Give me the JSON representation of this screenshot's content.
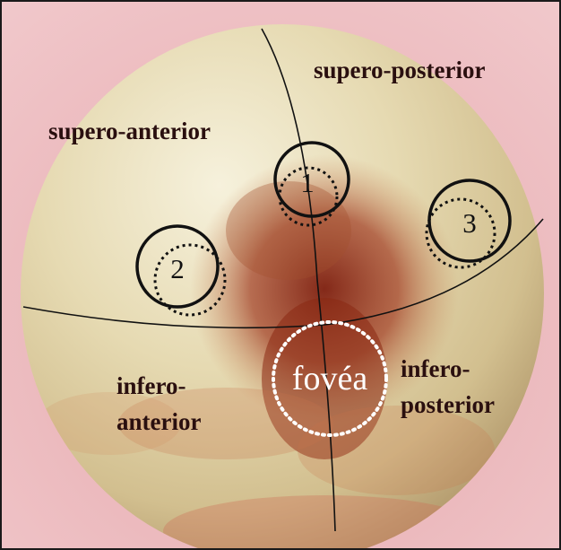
{
  "image": {
    "subject": "femoral-head",
    "colors": {
      "background_pink": "#e9b8bc",
      "bone_light": "#ece4c4",
      "bone_mid": "#d8c99b",
      "bone_shadow": "#b7a37a",
      "fovea_red": "#8e2a16",
      "line": "#111111",
      "fovea_ring": "#ffffff"
    }
  },
  "quadrants": {
    "supero_posterior": "supero-posterior",
    "supero_anterior": "supero-anterior",
    "infero_anterior_line1": "infero-",
    "infero_anterior_line2": "anterior",
    "infero_posterior_line1": "infero-",
    "infero_posterior_line2": "posterior"
  },
  "markers": [
    {
      "label": "1"
    },
    {
      "label": "2"
    },
    {
      "label": "3"
    }
  ],
  "fovea": {
    "label": "fovéa"
  }
}
